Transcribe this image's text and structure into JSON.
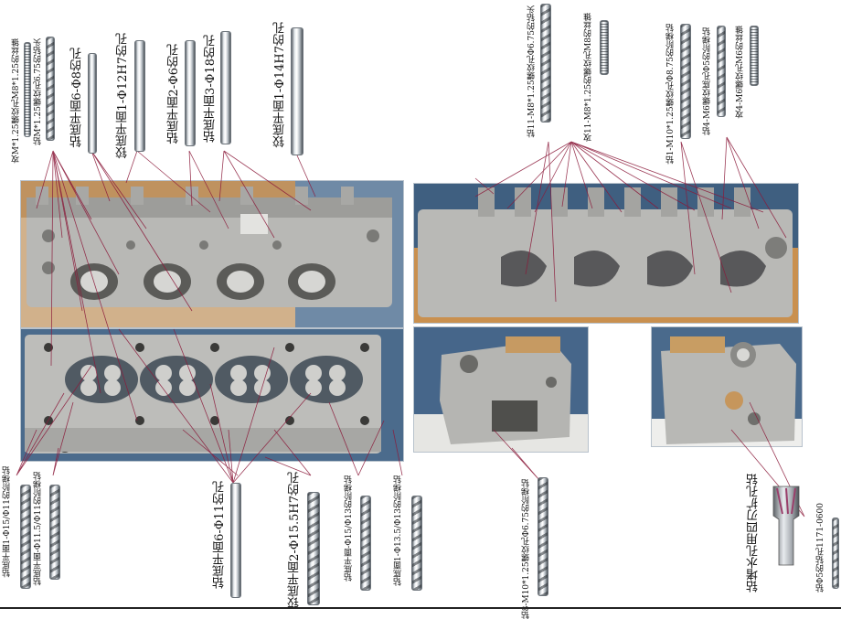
{
  "top_labels": [
    "攻M*1.25螺纹孔M8*1.25的丝锥",
    "钻M*1.25螺纹孔6.75的钻头",
    "钻底平面6-Φ8的孔",
    "铰底平面1-Φ12H7的孔",
    "钻底平面2-Φ6的孔",
    "钻底平面3-Φ18的孔",
    "铰底平面1-Φ14H7的孔",
    "钻11-M8*1.25螺纹孔Φ6.75的钻头",
    "攻11-M8*1.25的螺纹孔M8的丝锥",
    "钻1-M10*1.25螺纹孔Φ8.75的阶梯钻",
    "钻4-M6螺纹底孔Φ5的阶梯钻",
    "攻4-M6螺纹孔M6的丝锥"
  ],
  "bottom_labels": [
    "钻底平面1-Φ15/Φ11的阶梯钻",
    "钻底平面-Φ11.5/Φ11的阶梯钻",
    "钻底平面6-Φ11的孔",
    "铰底平面2-Φ15.5H7的孔",
    "钻底平面-Φ15/Φ13的阶梯钻",
    "钻底面1-Φ13.5/Φ13的阶梯钻",
    "钻8-M10*1.25螺纹孔Φ6.75的阶梯钻",
    "钻堵水孔用四刃扩孔钻",
    "钻Φ5的钻孔1171-0600"
  ],
  "colors": {
    "leader": "#8b1a3a",
    "casting": "#b7b7b4",
    "casting_dark": "#6d6d6a",
    "photo_bg_blue": "#3d5a7a",
    "photo_bg_warm": "#c98a4a"
  }
}
